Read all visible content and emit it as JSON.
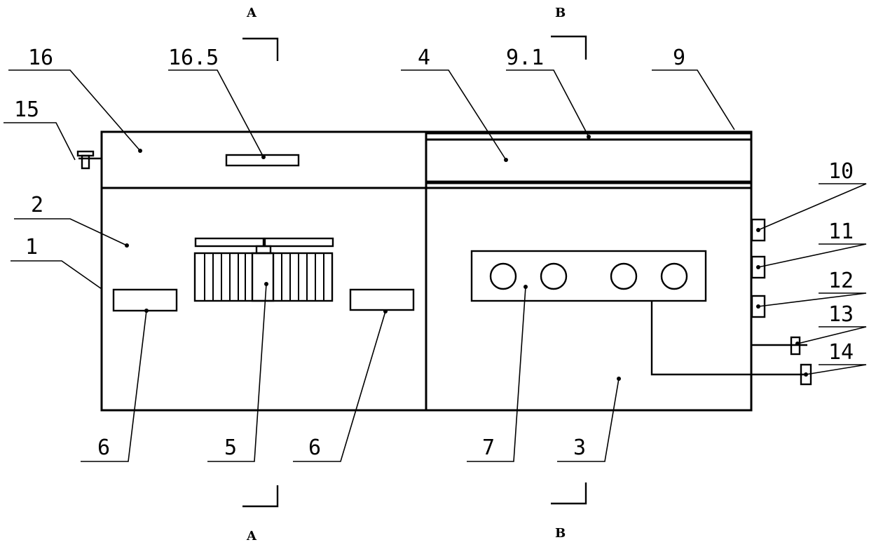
{
  "labels": {
    "l16": "16",
    "l16_5": "16.5",
    "l4": "4",
    "l9_1": "9.1",
    "l9": "9",
    "l15": "15",
    "l2": "2",
    "l1": "1",
    "l10": "10",
    "l11": "11",
    "l12": "12",
    "l13": "13",
    "l14": "14",
    "l6a": "6",
    "l5": "5",
    "l6b": "6",
    "l7": "7",
    "l3": "3"
  },
  "sections": {
    "a_top": "A",
    "a_bottom": "A",
    "b_top": "B",
    "b_bottom": "B"
  }
}
